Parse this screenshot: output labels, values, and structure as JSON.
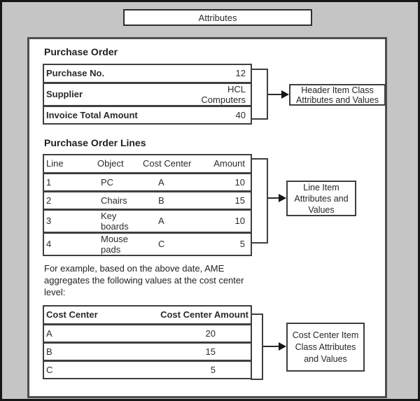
{
  "title_box": {
    "label": "Attributes"
  },
  "purchase_order": {
    "heading": "Purchase Order",
    "rows": [
      {
        "label": "Purchase No.",
        "value": "12"
      },
      {
        "label": "Supplier",
        "value": "HCL Computers"
      },
      {
        "label": "Invoice Total Amount",
        "value": "40"
      }
    ]
  },
  "purchase_order_lines": {
    "heading": "Purchase Order Lines",
    "columns": [
      "Line",
      "Object",
      "Cost Center",
      "Amount"
    ],
    "rows": [
      [
        "1",
        "PC",
        "A",
        "10"
      ],
      [
        "2",
        "Chairs",
        "B",
        "15"
      ],
      [
        "3",
        "Key boards",
        "A",
        "10"
      ],
      [
        "4",
        "Mouse pads",
        "C",
        "5"
      ]
    ]
  },
  "note": {
    "text": "For example, based on the above date, AME aggregates the following values at the cost center level:"
  },
  "cost_center_summary": {
    "columns": [
      "Cost Center",
      "Cost Center Amount"
    ],
    "rows": [
      [
        "A",
        "20"
      ],
      [
        "B",
        "15"
      ],
      [
        "C",
        "5"
      ]
    ]
  },
  "callouts": [
    {
      "label": "Header Item Class Attributes and Values"
    },
    {
      "label": "Line Item Attributes and Values"
    },
    {
      "label": "Cost Center Item Class Attributes and Values"
    }
  ],
  "colors": {
    "background": "#c5c5c5",
    "panel": "#ffffff",
    "line": "#3f3f3f",
    "text": "#2b2b2b"
  }
}
